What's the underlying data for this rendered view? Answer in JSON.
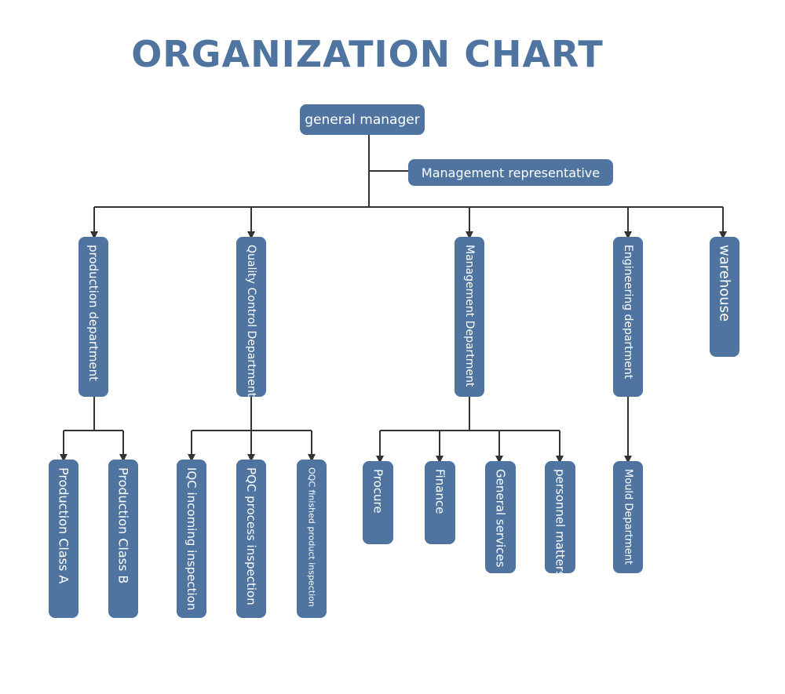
{
  "title": "ORGANIZATION CHART",
  "colors": {
    "node_fill": "#4f74a0",
    "node_text": "#ffffff",
    "title": "#4f74a0",
    "connector": "#333333"
  },
  "nodes": {
    "general_manager": "general manager",
    "management_representative": "Management representative",
    "production_department": "production department",
    "quality_control_department": "Quality Control Department",
    "management_department": "Management Department",
    "engineering_department": "Engineering department",
    "warehouse": "warehouse",
    "production_class_a": "Production Class A",
    "production_class_b": "Production Class B",
    "iqc_incoming_inspection": "IQC incoming inspection",
    "pqc_process_inspection": "PQC process inspection",
    "oqc_finished_product_inspection": "OQC finished product inspection",
    "procure": "Procure",
    "finance": "Finance",
    "general_services": "General services",
    "personnel_matters": "personnel matters",
    "mould_department": "Mould Department"
  }
}
